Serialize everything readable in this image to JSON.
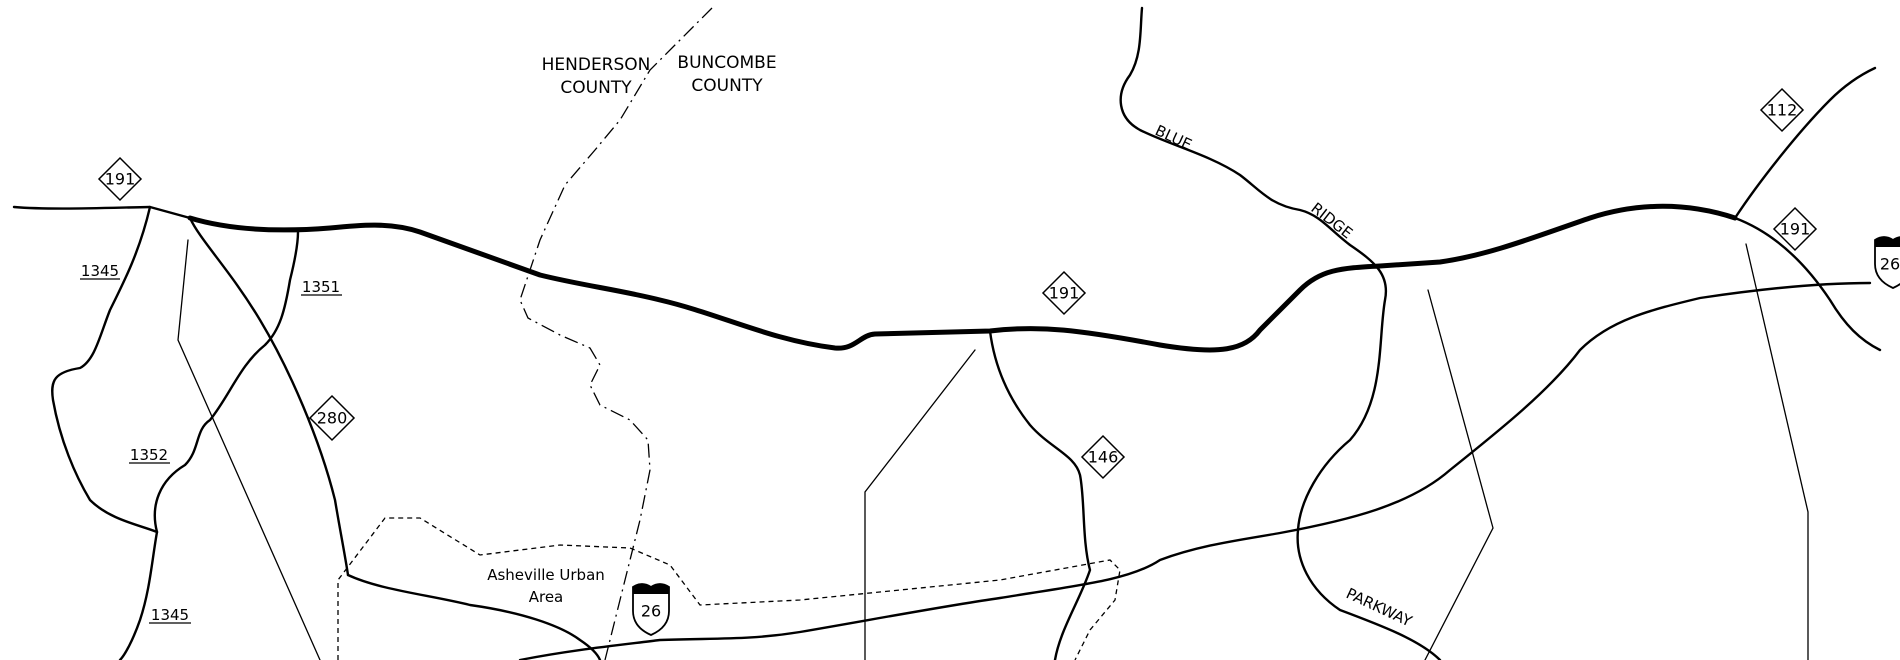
{
  "labels": {
    "henderson_1": "HENDERSON",
    "henderson_2": "COUNTY",
    "buncombe_1": "BUNCOMBE",
    "buncombe_2": "COUNTY",
    "blue": "BLUE",
    "ridge": "RIDGE",
    "parkway": "PARKWAY",
    "urban_1": "Asheville Urban",
    "urban_2": "Area"
  },
  "secondary_roads": {
    "sr1345_top": "1345",
    "sr1351": "1351",
    "sr1352": "1352",
    "sr1345_bottom": "1345"
  },
  "route_shields": {
    "nc191_left": "191",
    "nc191_center": "191",
    "nc191_right": "191",
    "nc280": "280",
    "nc146": "146",
    "nc112": "112",
    "i26_center": "26",
    "i26_right": "26"
  }
}
